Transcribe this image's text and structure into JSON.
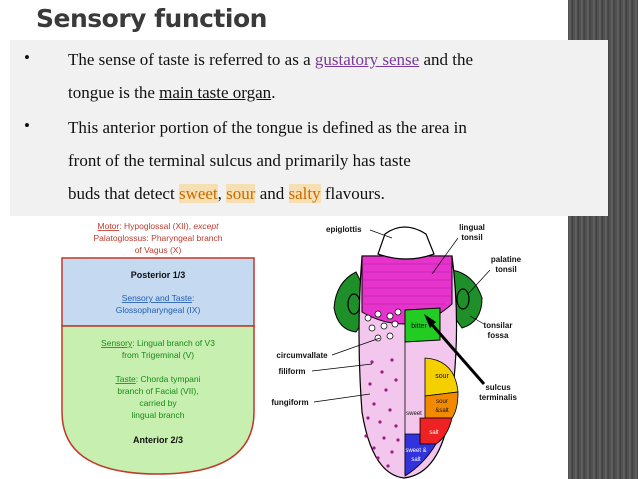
{
  "slide": {
    "title": "Sensory function",
    "bullets": [
      {
        "lines": [
          {
            "pre": "The sense of taste is referred to as a ",
            "link": "gustatory sense",
            "post": " and the"
          },
          {
            "pre": "tongue is the ",
            "underline": "main taste organ",
            "post": "."
          }
        ]
      },
      {
        "lines": [
          {
            "text": "This anterior portion of the tongue is defined as the area in"
          },
          {
            "text": "front of the terminal sulcus and primarily has taste"
          },
          {
            "pre": "buds that detect ",
            "hl1": "sweet",
            "mid1": ", ",
            "hl2": "sour",
            "mid2": " and ",
            "hl3": "salty",
            "post": " flavours."
          }
        ]
      }
    ]
  },
  "left_diagram": {
    "motor_label": "Motor",
    "motor_text": ": Hypoglossal (XII), ",
    "motor_except": "except",
    "motor_line2": "Palatoglossus: Pharyngeal branch",
    "motor_line3": "of Vagus (X)",
    "posterior": "Posterior 1/3",
    "sensory_taste_label": "Sensory and Taste",
    "sensory_taste_colon": ":",
    "glosso": "Glossopharyngeal (IX)",
    "sensory_label": "Sensory",
    "sensory_text": ": Lingual branch of V3",
    "from_trigeminal": "from Trigeminal (V)",
    "taste_label": "Taste",
    "taste_text": ": Chorda tympani",
    "branch_facial": "branch of Facial (VII),",
    "carried_by": "carried by",
    "lingual_branch": "lingual branch",
    "anterior": "Anterior 2/3",
    "colors": {
      "red_text": "#c0392b",
      "blue_text": "#1f5fb0",
      "green_text": "#1a8a1a",
      "posterior_bg": "#c5d9f1",
      "anterior_bg": "#c6efb0"
    }
  },
  "right_diagram": {
    "labels": {
      "epiglottis": "epiglottis",
      "lingual_tonsil_1": "lingual",
      "lingual_tonsil_2": "tonsil",
      "palatine_1": "palatine",
      "palatine_2": "tonsil",
      "tonsilar_1": "tonsilar",
      "tonsilar_2": "fossa",
      "circumvallate": "circumvallate",
      "filiform": "filiform",
      "fungiform": "fungiform",
      "sulcus_1": "sulcus",
      "sulcus_2": "terminalis",
      "bitter": "bitter",
      "sour": "sour",
      "sour_salt_1": "sour",
      "sour_salt_2": "&salt",
      "salt": "salt",
      "sweet_1": "sweet",
      "sweet_and_salt_1": "sweet &",
      "sweet_and_salt_2": "salt"
    },
    "colors": {
      "magenta": "#e633cc",
      "green": "#1f8f2a",
      "bitter_green": "#22cc22",
      "yellow": "#f4d000",
      "orange": "#f28a00",
      "red": "#ee2222",
      "blue": "#3333dd",
      "pink": "#f3c6ee"
    }
  }
}
